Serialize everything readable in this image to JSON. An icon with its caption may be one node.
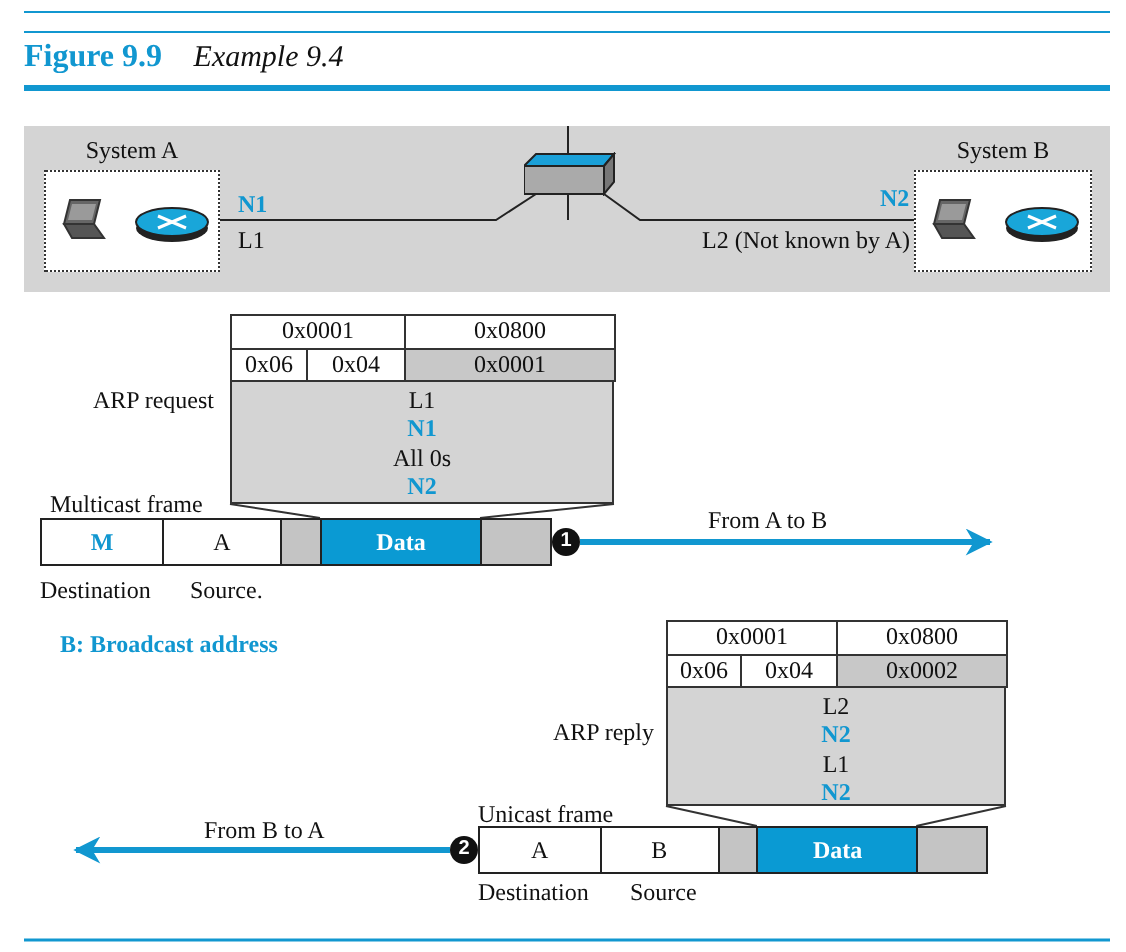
{
  "diagram": {
    "title": "**Figure 9.9** *Example 9.4*",
    "nodes": [
      {
        "text": [
          "System A"
        ]
      },
      {
        "text": [
          "System B"
        ]
      },
      {
        "text": [],
        "shape": "box"
      },
      {
        "text": [
          "0x0001",
          "0x0800",
          "0x06",
          "0x04",
          "0x0001",
          "L1",
          "N1",
          "All 0s",
          "N2"
        ],
        "beside": [
          "ARP request"
        ]
      },
      {
        "text": [
          "M",
          "A",
          "Data"
        ],
        "beside": [
          "Multicast frame",
          "Destination",
          "Source."
        ]
      },
      {
        "text": [
          "1"
        ]
      },
      {
        "text": [
          "0x0001",
          "0x0800",
          "0x06",
          "0x04",
          "0x0002",
          "L2",
          "N2",
          "L1",
          "N2"
        ],
        "beside": [
          "ARP reply"
        ]
      },
      {
        "text": [
          "A",
          "B",
          "Data"
        ],
        "beside": [
          "Unicast frame",
          "Destination",
          "Source"
        ]
      },
      {
        "text": [
          "2"
        ]
      }
    ],
    "edges": [
      {
        "from": 0,
        "to": 2,
        "arrow": "none"
      },
      {
        "from": 2,
        "to": 1,
        "arrow": "none"
      },
      {
        "from": 5,
        "to": null,
        "arrow": "to",
        "label": "From A to B",
        "style": "thick",
        "color": "#1197d0"
      },
      {
        "from": 8,
        "to": null,
        "arrow": "to",
        "label": "From B to A",
        "style": "thick",
        "color": "#1197d0"
      }
    ],
    "labels": [
      "N1",
      "L1",
      "N2",
      "L2 (Not known by A)",
      "B: Broadcast address"
    ]
  }
}
